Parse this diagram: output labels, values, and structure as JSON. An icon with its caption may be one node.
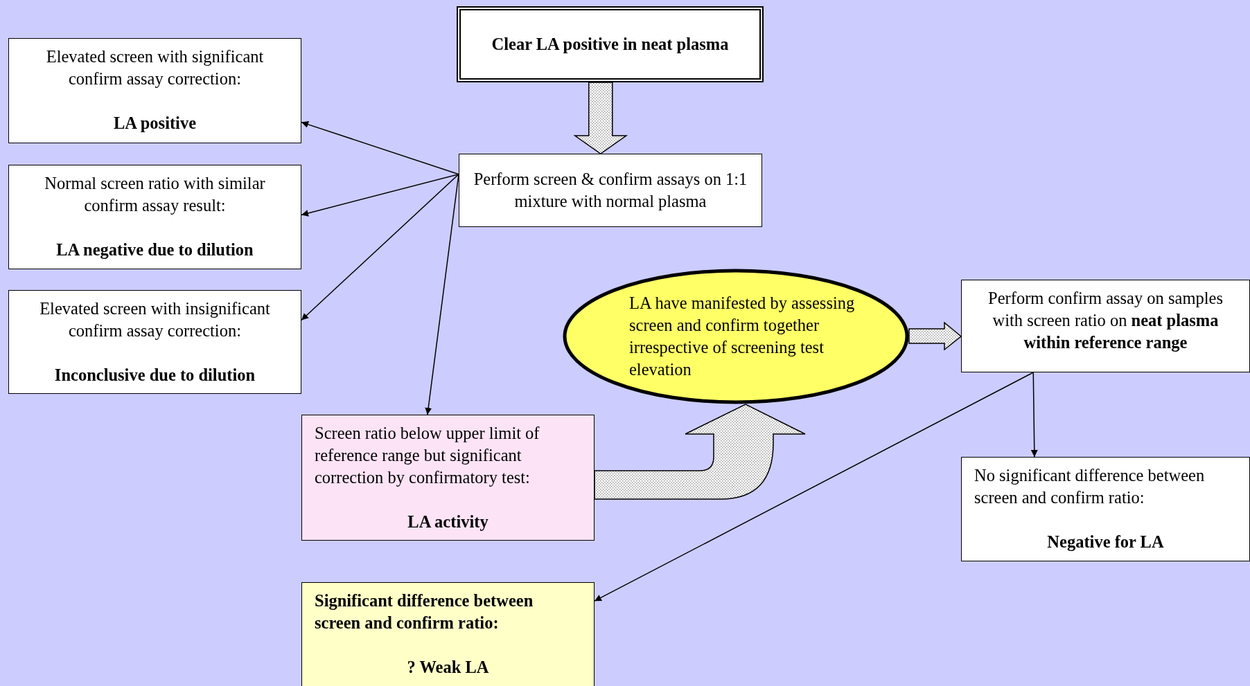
{
  "diagram": {
    "nodes": [
      {
        "text": [
          "Clear LA positive in neat plasma"
        ]
      },
      {
        "text": [
          "Perform screen & confirm assays on 1:1 mixture with normal plasma"
        ]
      },
      {
        "text": [
          "Elevated screen with significant confirm assay correction:",
          "LA positive"
        ]
      },
      {
        "text": [
          "Normal screen ratio with similar confirm assay result:",
          "LA negative due to dilution"
        ]
      },
      {
        "text": [
          "Elevated screen with insignificant confirm assay correction:",
          "Inconclusive due to dilution"
        ]
      },
      {
        "text": [
          "LA have manifested by assessing screen and confirm together irrespective of screening test elevation"
        ]
      },
      {
        "text": [
          "Perform confirm assay on samples with screen ratio on **neat plasma within reference range**"
        ]
      },
      {
        "text": [
          "Screen ratio below upper limit of reference range but significant correction by confirmatory test:",
          "LA activity"
        ]
      },
      {
        "text": [
          "No significant difference between screen and confirm ratio:",
          "Negative for LA"
        ]
      },
      {
        "text": [
          "Significant difference between screen and confirm ratio:",
          "? Weak LA"
        ]
      }
    ],
    "edges": [
      {
        "from": 0,
        "to": 1,
        "arrow": "to",
        "style": "thick"
      },
      {
        "from": 1,
        "to": 2,
        "arrow": "to"
      },
      {
        "from": 1,
        "to": 3,
        "arrow": "to"
      },
      {
        "from": 1,
        "to": 4,
        "arrow": "to"
      },
      {
        "from": 1,
        "to": 7,
        "arrow": "to"
      },
      {
        "from": 7,
        "to": 5,
        "arrow": "to",
        "style": "thick"
      },
      {
        "from": 5,
        "to": 6,
        "arrow": "to",
        "style": "thick"
      },
      {
        "from": 6,
        "to": 8,
        "arrow": "to"
      },
      {
        "from": 6,
        "to": 9,
        "arrow": "to"
      }
    ]
  }
}
